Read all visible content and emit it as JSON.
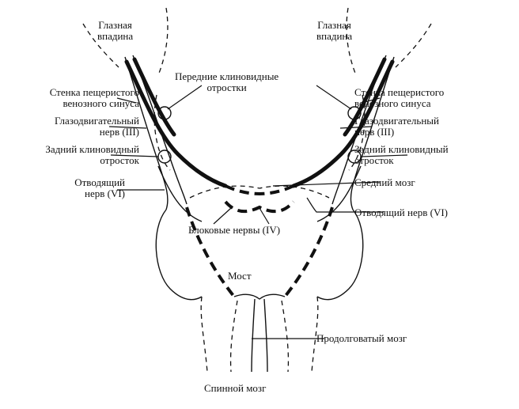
{
  "labels": {
    "orbit_left": "Глазная\nвпадина",
    "orbit_right": "Глазная\nвпадина",
    "anterior_clinoid": "Передние клиновидные\nотростки",
    "cavernous_wall_left": "Стенка пещеристого\nвенозного синуса",
    "cavernous_wall_right": "Стенка пещеристого\nвенозного синуса",
    "oculomotor_left": "Глазодвигательный\nнерв (III)",
    "oculomotor_right": "Глазодвигательный\nнерв (III)",
    "posterior_clinoid_left": "Задний клиновидный\nотросток",
    "posterior_clinoid_right": "Задний клиновидный\nотросток",
    "abducens_left": "Отводящий\nнерв (VI)",
    "midbrain": "Средний мозг",
    "abducens_right": "Отводящий нерв (VI)",
    "trochlear": "Блоковые нервы (IV)",
    "pons": "Мост",
    "medulla": "Продолговатый мозг",
    "spinal_cord": "Спинной мозг"
  }
}
